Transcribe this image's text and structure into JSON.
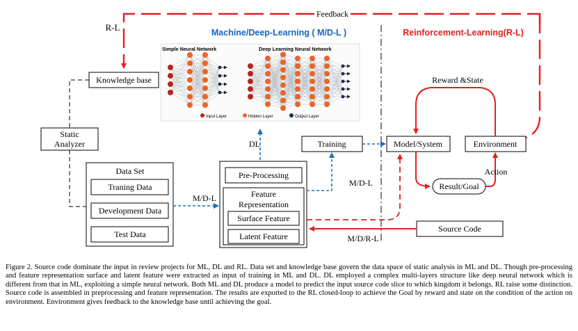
{
  "feedback_label": "Feedback",
  "rl_short_label": "R-L",
  "ml_title": "Machine/Deep-Learning ( M/D-L )",
  "rl_title": "Reinforcement-Learning(R-L)",
  "knowledge_base": "Knowledge base",
  "static_analyzer": [
    "Static",
    "Analyzer"
  ],
  "nn_panel": {
    "simple_title": "Simple Neural Network",
    "deep_title": "Deep Learning Neural Network",
    "legend": [
      "Input Layer",
      "Hidden Layer",
      "Output Layer"
    ],
    "colors": {
      "input": "#b3261e",
      "hidden": "#e8652a",
      "output": "#1f2a5a"
    }
  },
  "dl_label": "DL",
  "training": "Training",
  "model_system": "Model/System",
  "environment": "Environment",
  "reward_state": "Reward &State",
  "action": "Action",
  "result_goal": "Result/Goal",
  "source_code": "Source Code",
  "mdrl_label": "M/D/R-L",
  "mdl_label_right": "M/D-L",
  "mdl_label_left": "M/D-L",
  "dataset": {
    "title": "Data Set",
    "items": [
      "Traning Data",
      "Development Data",
      "Test Data"
    ]
  },
  "preprocessing": {
    "title": "Pre-Processing",
    "feature_title": [
      "Feature",
      "Representation"
    ],
    "items": [
      "Surface Feature",
      "Latent Feature"
    ]
  },
  "caption": "Figure 2. Source code dominate the input in review projects for ML, DL and RL. Data set and knowledge base govern the data space of static analysis in ML and DL. Though pre-processing and feature representation surface and latent feature were extracted as input of training in ML and DL. DL employed a complex multi-layers structure like deep neural network which is different from that in ML, exploiting a simple neural network. Both ML and DL produce a model to predict the input source code slice to which kingdom it belongs. RL raise some distinction. Source code is assembled in preprocessing and feature representation. The results are exported to the RL closed-loop to achieve the Goal by reward and state on the condition of the action on environment. Environment gives feedback to the knowledge base until achieving the goal.",
  "colors": {
    "red": "#e02020",
    "blue": "#1f6fb5",
    "title_blue": "#1565c0"
  }
}
